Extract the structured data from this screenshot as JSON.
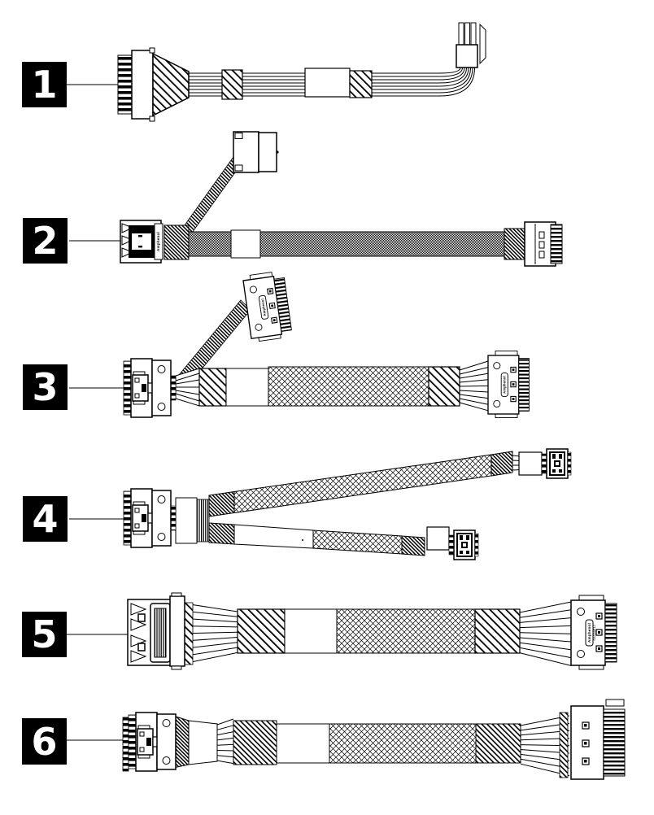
{
  "figure": {
    "callouts": [
      {
        "label": "1"
      },
      {
        "label": "2"
      },
      {
        "label": "3"
      },
      {
        "label": "4"
      },
      {
        "label": "5"
      },
      {
        "label": "6"
      }
    ],
    "markings": {
      "brand": "Amphenol",
      "part_number": "SAS18P1J"
    },
    "colors": {
      "background": "#ffffff",
      "line": "#000000",
      "badge_bg": "#000000",
      "badge_text": "#ffffff"
    }
  }
}
